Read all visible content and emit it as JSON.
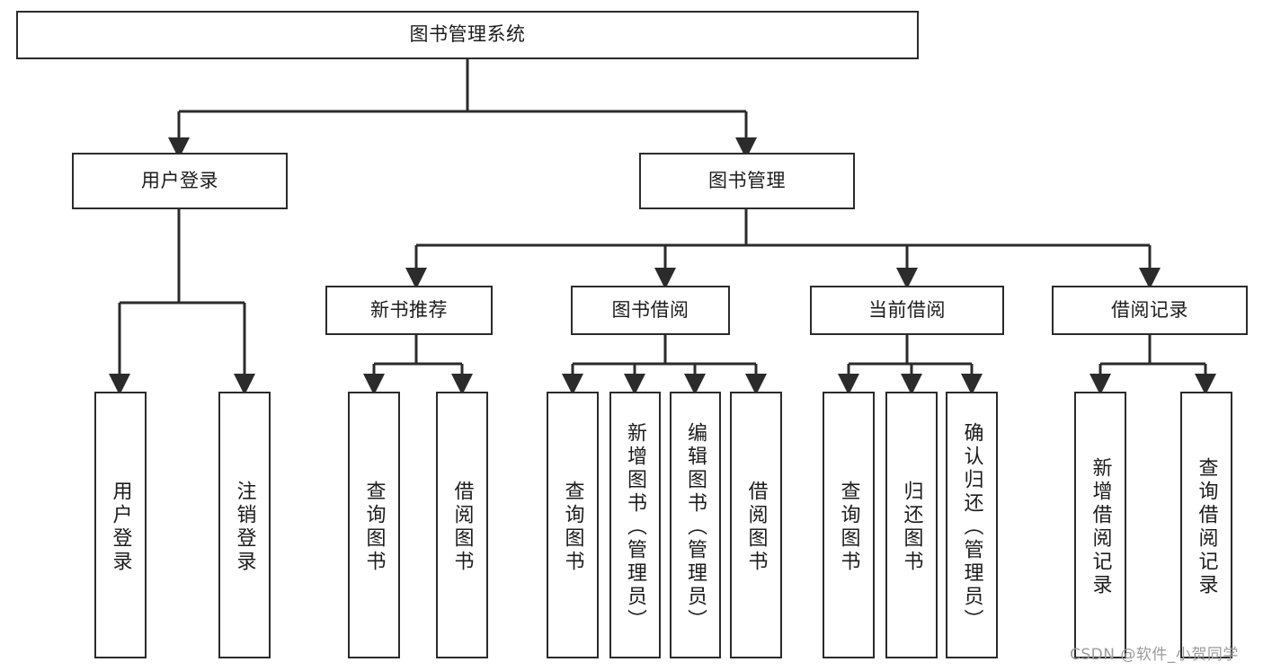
{
  "diagram": {
    "type": "tree-hierarchy",
    "title": "图书管理系统",
    "root": {
      "id": "root",
      "label": "图书管理系统",
      "orientation": "horizontal"
    },
    "level1": [
      {
        "id": "user-login",
        "label": "用户登录",
        "orientation": "horizontal"
      },
      {
        "id": "book-management",
        "label": "图书管理",
        "orientation": "horizontal"
      }
    ],
    "level2": [
      {
        "id": "new-book-recommend",
        "label": "新书推荐",
        "orientation": "horizontal",
        "parent": "book-management"
      },
      {
        "id": "book-borrow",
        "label": "图书借阅",
        "orientation": "horizontal",
        "parent": "book-management"
      },
      {
        "id": "current-borrow",
        "label": "当前借阅",
        "orientation": "horizontal",
        "parent": "book-management"
      },
      {
        "id": "borrow-record",
        "label": "借阅记录",
        "orientation": "horizontal",
        "parent": "book-management"
      }
    ],
    "leaves": [
      {
        "id": "leaf-user-login",
        "label": "用户登录",
        "orientation": "vertical",
        "parent": "user-login"
      },
      {
        "id": "leaf-logout-login",
        "label": "注销登录",
        "orientation": "vertical",
        "parent": "user-login"
      },
      {
        "id": "leaf-query-book-1",
        "label": "查询图书",
        "orientation": "vertical",
        "parent": "new-book-recommend"
      },
      {
        "id": "leaf-borrow-book-1",
        "label": "借阅图书",
        "orientation": "vertical",
        "parent": "new-book-recommend"
      },
      {
        "id": "leaf-query-book-2",
        "label": "查询图书",
        "orientation": "vertical",
        "parent": "book-borrow"
      },
      {
        "id": "leaf-add-book-admin",
        "label": "新增图书（管理员）",
        "orientation": "vertical",
        "parent": "book-borrow"
      },
      {
        "id": "leaf-edit-book-admin",
        "label": "编辑图书（管理员）",
        "orientation": "vertical",
        "parent": "book-borrow"
      },
      {
        "id": "leaf-borrow-book-2",
        "label": "借阅图书",
        "orientation": "vertical",
        "parent": "book-borrow"
      },
      {
        "id": "leaf-query-book-3",
        "label": "查询图书",
        "orientation": "vertical",
        "parent": "current-borrow"
      },
      {
        "id": "leaf-return-book",
        "label": "归还图书",
        "orientation": "vertical",
        "parent": "current-borrow"
      },
      {
        "id": "leaf-confirm-return-admin",
        "label": "确认归还（管理员）",
        "orientation": "vertical",
        "parent": "current-borrow"
      },
      {
        "id": "leaf-add-borrow-record",
        "label": "新增借阅记录",
        "orientation": "vertical",
        "parent": "borrow-record"
      },
      {
        "id": "leaf-query-borrow-record",
        "label": "查询借阅记录",
        "orientation": "vertical",
        "parent": "borrow-record"
      }
    ],
    "watermark": "CSDN @软件_小贺同学",
    "colors": {
      "stroke": "#2b2b2b",
      "fill": "#ffffff",
      "text": "#1c1c1c",
      "watermark": "#9b9b9b"
    }
  }
}
